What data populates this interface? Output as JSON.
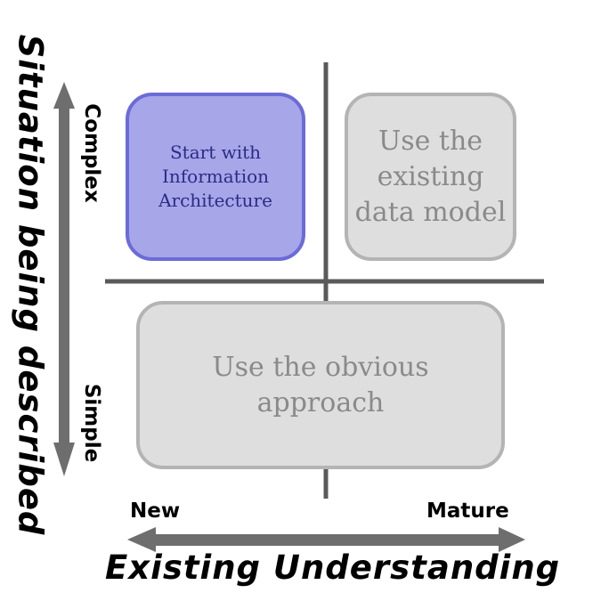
{
  "diagram": {
    "quadrants": {
      "complex_new": {
        "label": "Start with Information Architecture",
        "fill": "#a6a6e8",
        "border": "#6b6bd8",
        "text_color": "#2b2b88"
      },
      "complex_mature": {
        "label": "Use the existing data model",
        "fill": "#dedede",
        "border": "#b4b4b4",
        "text_color": "#8a8a8a"
      },
      "simple": {
        "label": "Use the obvious approach",
        "fill": "#dedede",
        "border": "#b4b4b4",
        "text_color": "#8a8a8a"
      }
    },
    "y_axis": {
      "title": "Situation being described",
      "top_label": "Complex",
      "bottom_label": "Simple"
    },
    "x_axis": {
      "title": "Existing Understanding",
      "left_label": "New",
      "right_label": "Mature"
    },
    "colors": {
      "arrow": "#6e6e6e",
      "divider": "#5a5a5a",
      "text": "#000000"
    }
  }
}
